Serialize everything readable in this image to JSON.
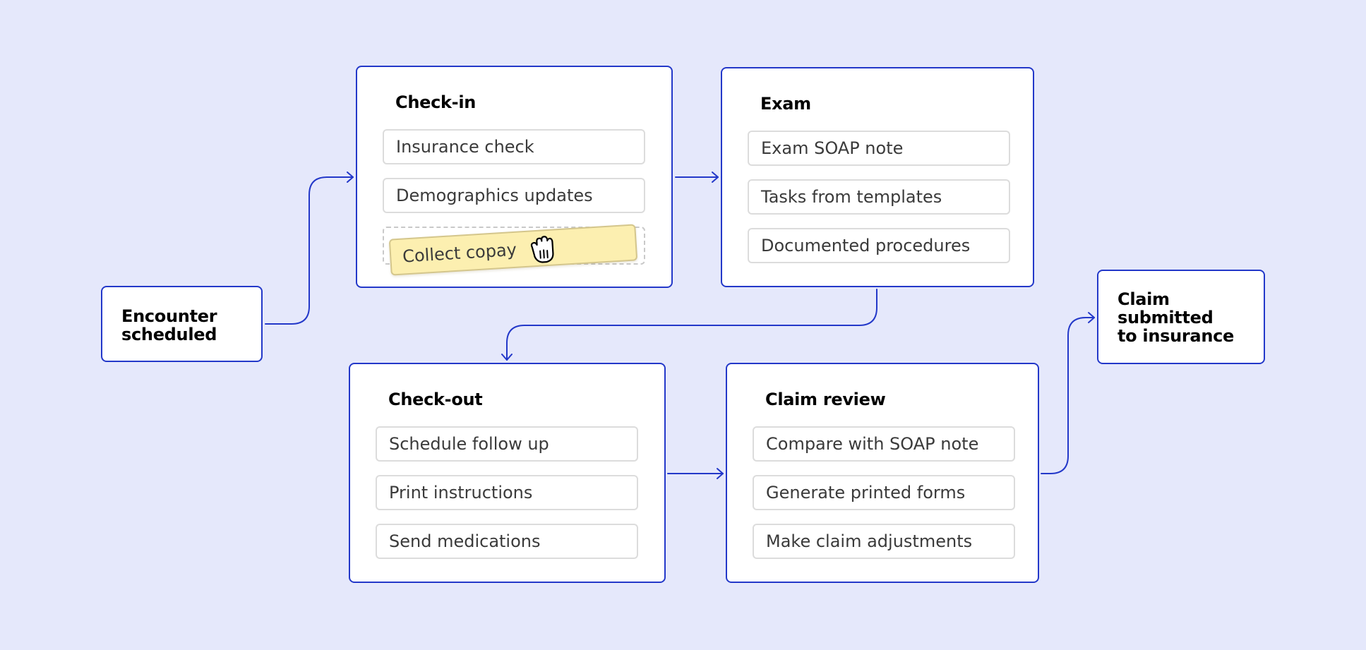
{
  "start_node": {
    "label": "Encounter\nscheduled"
  },
  "end_node": {
    "label": "Claim\nsubmitted\nto insurance"
  },
  "stages": {
    "checkin": {
      "title": "Check-in",
      "tasks": [
        "Insurance check",
        "Demographics updates"
      ],
      "dragged_task": "Collect copay"
    },
    "exam": {
      "title": "Exam",
      "tasks": [
        "Exam SOAP note",
        "Tasks from templates",
        "Documented procedures"
      ]
    },
    "checkout": {
      "title": "Check-out",
      "tasks": [
        "Schedule follow up",
        "Print instructions",
        "Send medications"
      ]
    },
    "claimreview": {
      "title": "Claim review",
      "tasks": [
        "Compare with SOAP note",
        "Generate printed forms",
        "Make claim adjustments"
      ]
    }
  },
  "icons": {
    "cursor": "grab-hand-icon"
  },
  "colors": {
    "background": "#e5e8fb",
    "accent": "#2338c9",
    "highlight": "#fcefb0"
  }
}
